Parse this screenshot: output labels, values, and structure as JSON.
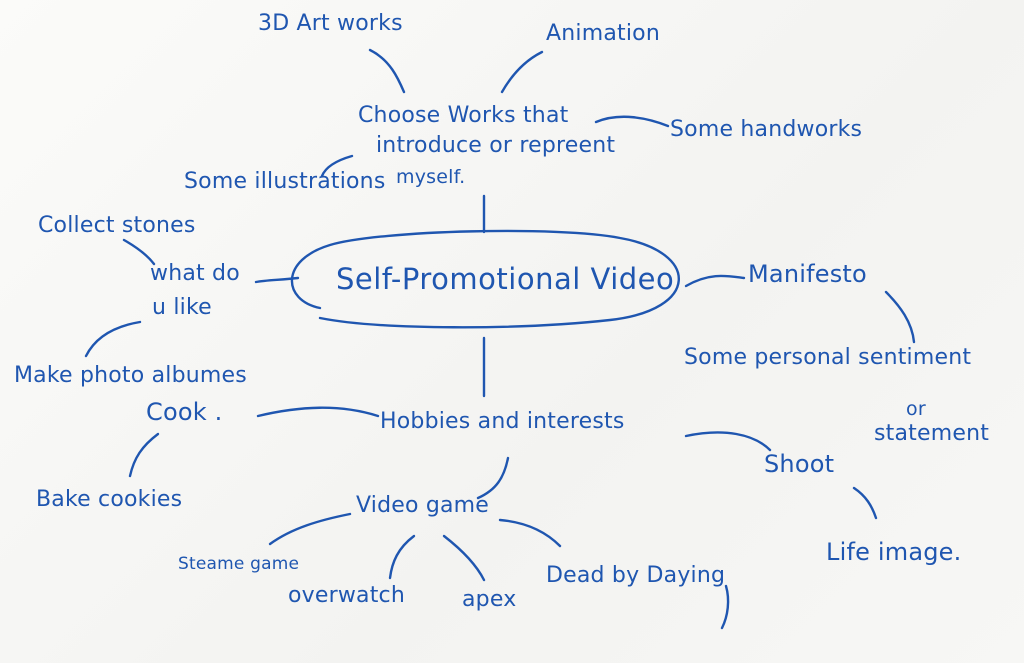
{
  "center": "Self-Promotional Video",
  "branches": {
    "choose_works": {
      "label_lines": [
        "Choose Works that",
        "introduce or repreent",
        "myself."
      ],
      "children": [
        "3D Art works",
        "Animation",
        "Some handworks",
        "Some illustrations"
      ]
    },
    "what_i_like": {
      "label_lines": [
        "what do",
        "u like"
      ],
      "children": [
        "Collect stones",
        "Make photo albumes"
      ]
    },
    "manifesto": {
      "label": "Manifesto",
      "child_lines": [
        "Some personal sentiment",
        "or",
        "statement"
      ]
    },
    "hobbies": {
      "label": "Hobbies and interests",
      "cook": {
        "label": "Cook .",
        "children": [
          "Bake cookies"
        ]
      },
      "shoot": {
        "label": "Shoot",
        "children": [
          "Life image."
        ]
      },
      "video_game": {
        "label": "Video game",
        "children": [
          "Steame game",
          "overwatch",
          "apex",
          "Dead by Daying"
        ]
      }
    }
  },
  "colors": {
    "ink": "#1f56b0",
    "paper": "#f7f7f5"
  }
}
